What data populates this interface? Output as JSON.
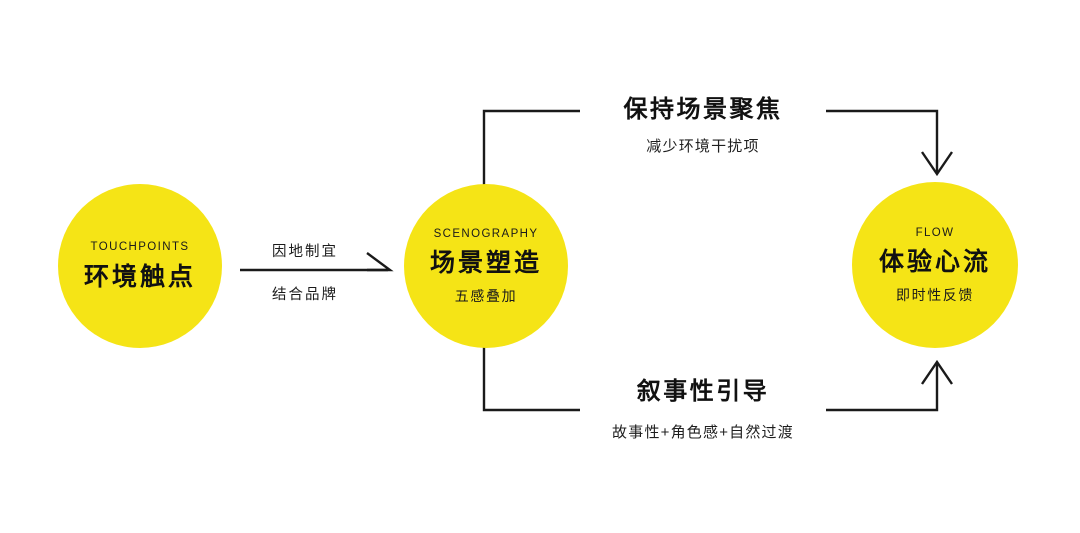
{
  "theme": {
    "background": "#ffffff",
    "circle_fill": "#F5E416",
    "line_color": "#1a1a1a",
    "text_color": "#111111"
  },
  "nodes": [
    {
      "id": "touchpoints",
      "eyebrow": "TOUCHPOINTS",
      "title": "环境触点",
      "subtitle": ""
    },
    {
      "id": "scenography",
      "eyebrow": "SCENOGRAPHY",
      "title": "场景塑造",
      "subtitle": "五感叠加"
    },
    {
      "id": "flow",
      "eyebrow": "FLOW",
      "title": "体验心流",
      "subtitle": "即时性反馈"
    }
  ],
  "connectors": {
    "straight_arrow": {
      "label_above": "因地制宜",
      "label_below": "结合品牌"
    },
    "top_path": {
      "title": "保持场景聚焦",
      "subtitle": "减少环境干扰项"
    },
    "bottom_path": {
      "title": "叙事性引导",
      "subtitle": "故事性+角色感+自然过渡"
    }
  }
}
